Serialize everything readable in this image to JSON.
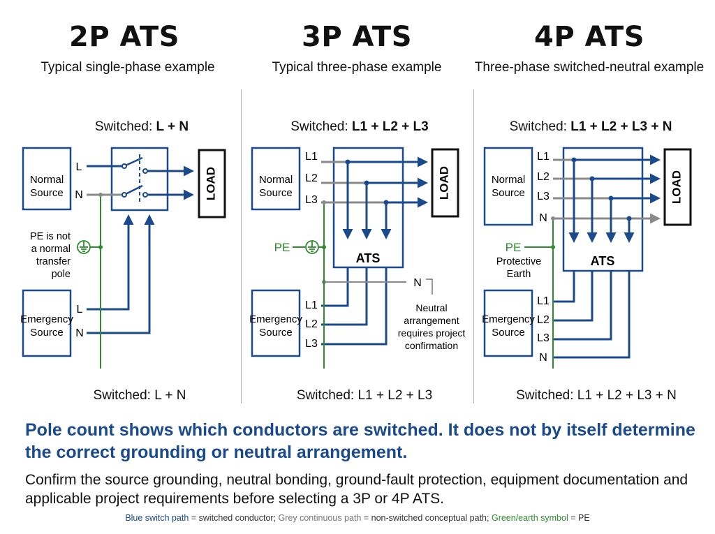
{
  "panels": [
    {
      "title": "2P ATS",
      "subtitle": "Typical single-phase example",
      "switched_top_prefix": "Switched: ",
      "switched_top_value": "L + N",
      "switched_bottom": "Switched: L + N",
      "normal_source": [
        "Normal",
        "Source"
      ],
      "emergency_source": [
        "Emergency",
        "Source"
      ],
      "normal_terminals": [
        "L",
        "N"
      ],
      "emergency_terminals": [
        "L",
        "N"
      ],
      "load": "LOAD",
      "pe_note": [
        "PE is not",
        "a normal",
        "transfer",
        "pole"
      ]
    },
    {
      "title": "3P ATS",
      "subtitle": "Typical three-phase example",
      "switched_top_prefix": "Switched: ",
      "switched_top_value": "L1 + L2 + L3",
      "switched_bottom": "Switched: L1 + L2 + L3",
      "normal_source": [
        "Normal",
        "Source"
      ],
      "emergency_source": [
        "Emergency",
        "Source"
      ],
      "normal_terminals": [
        "L1",
        "L2",
        "L3"
      ],
      "emergency_terminals": [
        "L1",
        "L2",
        "L3"
      ],
      "load": "LOAD",
      "ats_label": "ATS",
      "pe_label": "PE",
      "n_label": "N",
      "neutral_note": [
        "Neutral",
        "arrangement",
        "requires project",
        "confirmation"
      ]
    },
    {
      "title": "4P ATS",
      "subtitle": "Three-phase switched-neutral example",
      "switched_top_prefix": "Switched: ",
      "switched_top_value": "L1 + L2 + L3 + N",
      "switched_bottom": "Switched: L1 + L2 + L3 + N",
      "normal_source": [
        "Normal",
        "Source"
      ],
      "emergency_source": [
        "Emergency",
        "Source"
      ],
      "normal_terminals": [
        "L1",
        "L2",
        "L3",
        "N"
      ],
      "emergency_terminals": [
        "L1",
        "L2",
        "L3",
        "N"
      ],
      "load": "LOAD",
      "ats_label": "ATS",
      "pe_label": "PE",
      "pe_note": [
        "Protective",
        "Earth"
      ]
    }
  ],
  "notes": {
    "primary": "Pole count shows which conductors are switched. It does not by itself determine the correct grounding or neutral arrangement.",
    "secondary": "Confirm the source grounding, neutral bonding, ground-fault protection, equipment documentation and applicable project requirements before selecting a 3P or 4P ATS."
  },
  "legend": {
    "blue": "Blue switch path",
    "blue_desc": " = switched conductor; ",
    "grey": "Grey continuous path",
    "grey_desc": " = non-switched conceptual path; ",
    "green": "Green/earth symbol",
    "green_desc": " = PE"
  },
  "colors": {
    "switched": "#1a4a8c",
    "non_switched": "#8a8a8a",
    "earth": "#2e8b2e",
    "note_blue": "#1a4a8c"
  }
}
